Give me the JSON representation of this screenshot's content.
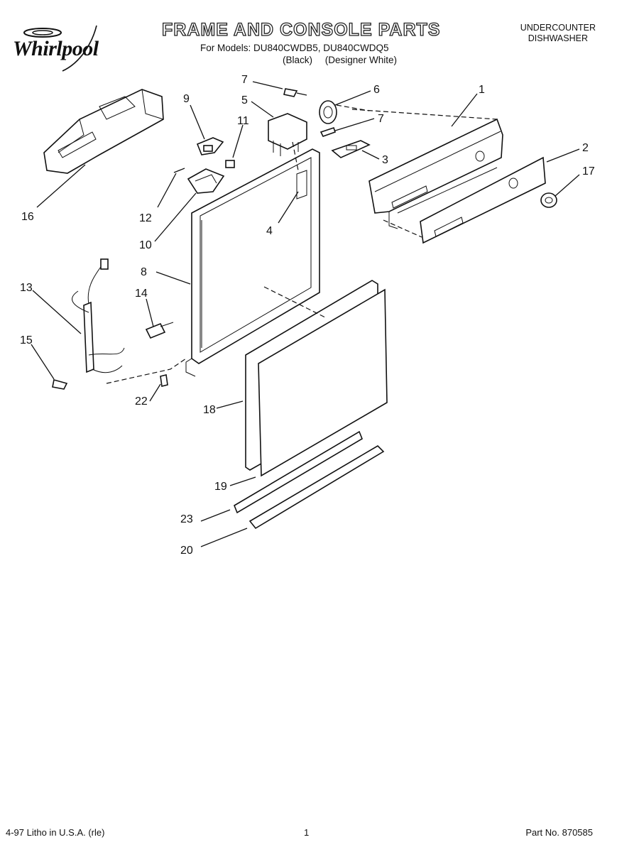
{
  "header": {
    "brand": "Whirlpool",
    "title": "FRAME AND CONSOLE PARTS",
    "models_line": "For Models: DU840CWDB5, DU840CWDQ5",
    "color_black": "(Black)",
    "color_white": "(Designer White)",
    "product_type_line1": "UNDERCOUNTER",
    "product_type_line2": "DISHWASHER"
  },
  "diagram": {
    "callouts": [
      {
        "id": "c1",
        "label": "1"
      },
      {
        "id": "c2",
        "label": "2"
      },
      {
        "id": "c3",
        "label": "3"
      },
      {
        "id": "c4",
        "label": "4"
      },
      {
        "id": "c5",
        "label": "5"
      },
      {
        "id": "c6",
        "label": "6"
      },
      {
        "id": "c7a",
        "label": "7"
      },
      {
        "id": "c7b",
        "label": "7"
      },
      {
        "id": "c8",
        "label": "8"
      },
      {
        "id": "c9",
        "label": "9"
      },
      {
        "id": "c10",
        "label": "10"
      },
      {
        "id": "c11",
        "label": "11"
      },
      {
        "id": "c12",
        "label": "12"
      },
      {
        "id": "c13",
        "label": "13"
      },
      {
        "id": "c14",
        "label": "14"
      },
      {
        "id": "c15",
        "label": "15"
      },
      {
        "id": "c16",
        "label": "16"
      },
      {
        "id": "c17",
        "label": "17"
      },
      {
        "id": "c18",
        "label": "18"
      },
      {
        "id": "c19",
        "label": "19"
      },
      {
        "id": "c20",
        "label": "20"
      },
      {
        "id": "c22",
        "label": "22"
      },
      {
        "id": "c23",
        "label": "23"
      }
    ]
  },
  "footer": {
    "litho": "4-97 Litho in U.S.A. (rle)",
    "page_number": "1",
    "part_number": "Part No. 870585"
  }
}
